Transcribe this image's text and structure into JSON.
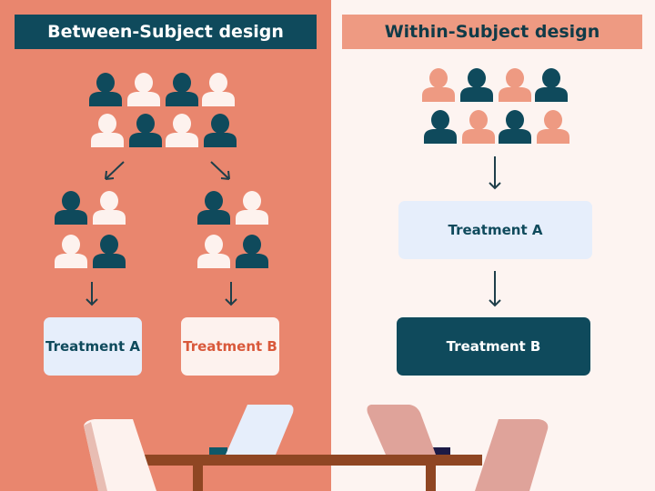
{
  "left": {
    "title": "Between-Subject design",
    "treatment_a": "Treatment A",
    "treatment_b": "Treatment B"
  },
  "right": {
    "title": "Within-Subject design",
    "treatment_a": "Treatment A",
    "treatment_b": "Treatment B"
  },
  "colors": {
    "left_bg": "#E9866E",
    "right_bg": "#FDF4F1",
    "dark": "#0F4A5C",
    "light": "#FDF2EE",
    "salmon": "#EE9A82",
    "treatment_b_text": "#D9593B"
  }
}
